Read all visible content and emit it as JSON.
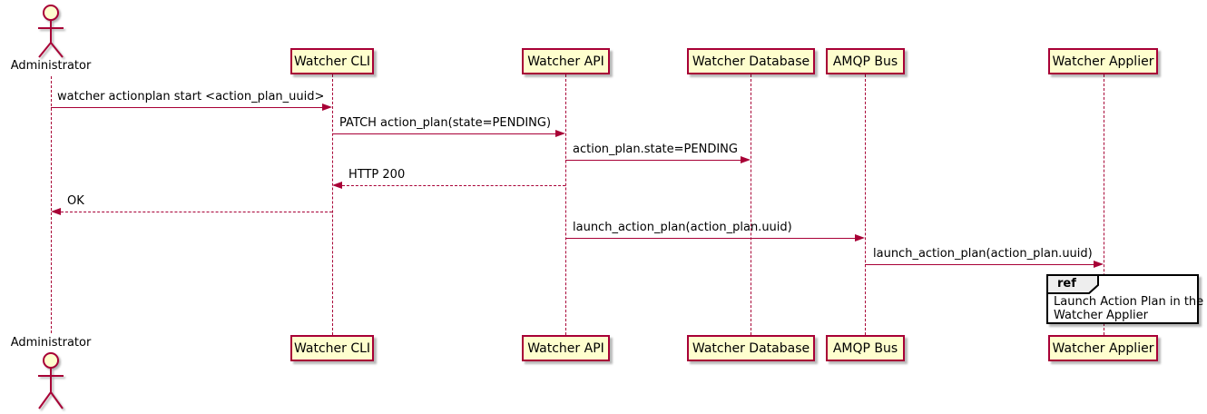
{
  "diagram": {
    "type": "plantuml-sequence",
    "actor": {
      "name": "Administrator"
    },
    "participants": [
      {
        "id": "watcher-cli",
        "label": "Watcher CLI"
      },
      {
        "id": "watcher-api",
        "label": "Watcher API"
      },
      {
        "id": "watcher-database",
        "label": "Watcher Database"
      },
      {
        "id": "amqp-bus",
        "label": "AMQP Bus"
      },
      {
        "id": "watcher-applier",
        "label": "Watcher Applier"
      }
    ],
    "messages": [
      {
        "from": "Administrator",
        "to": "Watcher CLI",
        "style": "solid",
        "label": "watcher actionplan start <action_plan_uuid>"
      },
      {
        "from": "Watcher CLI",
        "to": "Watcher API",
        "style": "solid",
        "label": "PATCH action_plan(state=PENDING)"
      },
      {
        "from": "Watcher API",
        "to": "Watcher Database",
        "style": "solid",
        "label": "action_plan.state=PENDING"
      },
      {
        "from": "Watcher API",
        "to": "Watcher CLI",
        "style": "dashed",
        "label": "HTTP 200"
      },
      {
        "from": "Watcher CLI",
        "to": "Administrator",
        "style": "dashed",
        "label": "OK"
      },
      {
        "from": "Watcher API",
        "to": "AMQP Bus",
        "style": "solid",
        "label": "launch_action_plan(action_plan.uuid)"
      },
      {
        "from": "AMQP Bus",
        "to": "Watcher Applier",
        "style": "solid",
        "label": "launch_action_plan(action_plan.uuid)"
      }
    ],
    "ref": {
      "keyword": "ref",
      "lines": [
        "Launch Action Plan in the",
        "Watcher Applier"
      ]
    },
    "colors": {
      "participant_fill": "#FEFECE",
      "participant_border": "#A80036",
      "lifeline": "#A80036",
      "arrow": "#A80036",
      "text": "#000000",
      "ref_border": "#000000",
      "ref_header_fill": "#EEEEEE"
    }
  }
}
